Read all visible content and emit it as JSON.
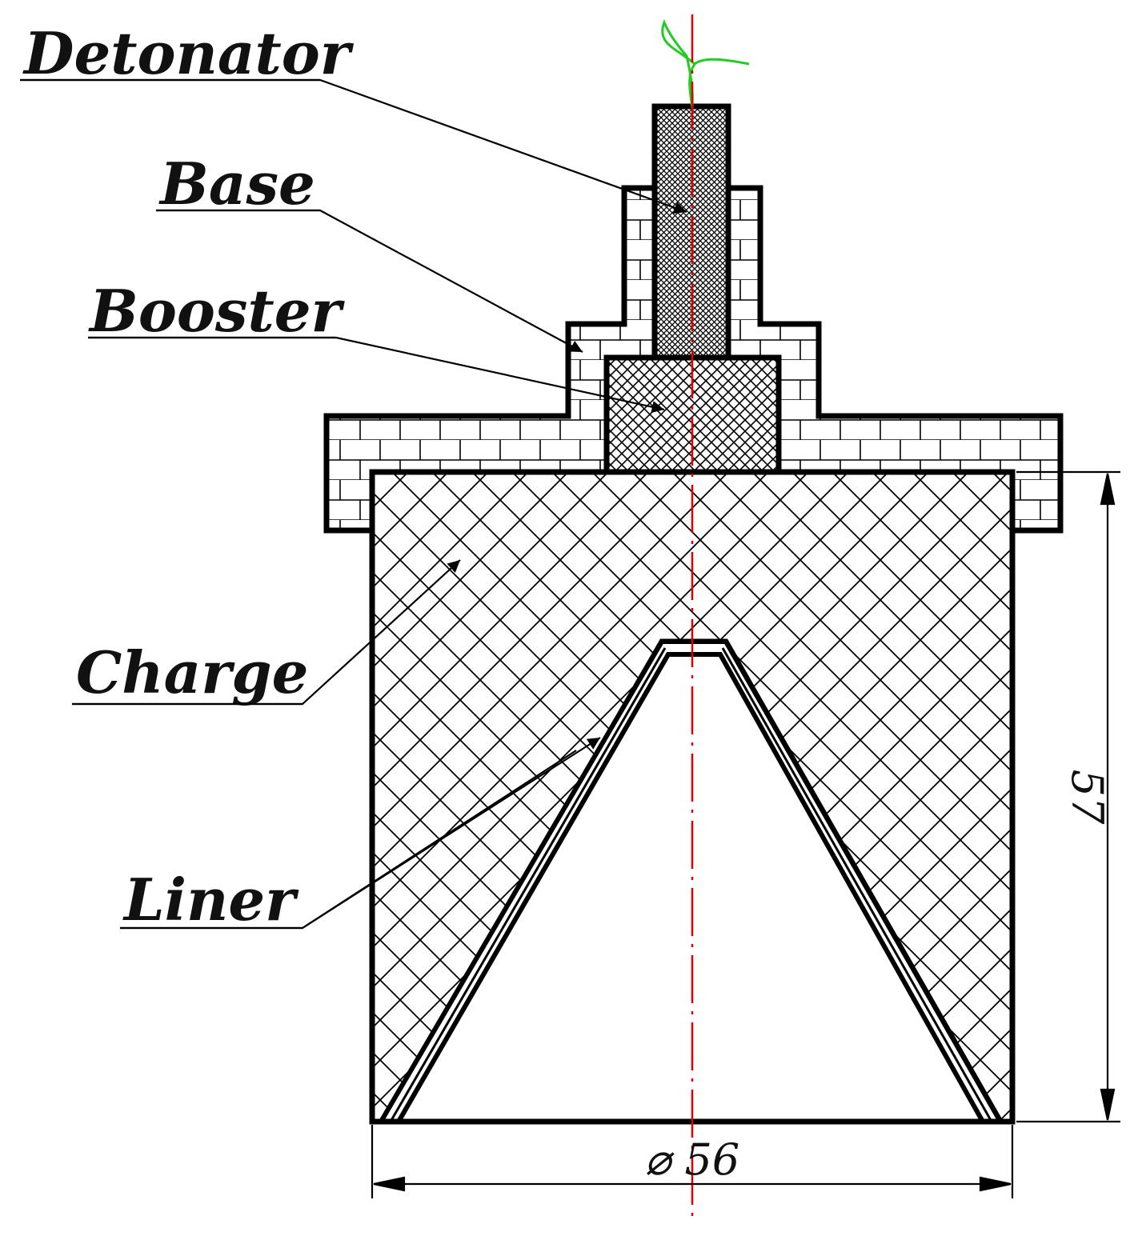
{
  "figure": {
    "labels": {
      "detonator": "Detonator",
      "base": "Base",
      "booster": "Booster",
      "charge": "Charge",
      "liner": "Liner"
    },
    "dimensions": {
      "height": "57",
      "diameter": "⌀ 56"
    },
    "colors": {
      "outline": "#000000",
      "axis": "#e00000",
      "fuse_wire": "#22cc22"
    }
  }
}
